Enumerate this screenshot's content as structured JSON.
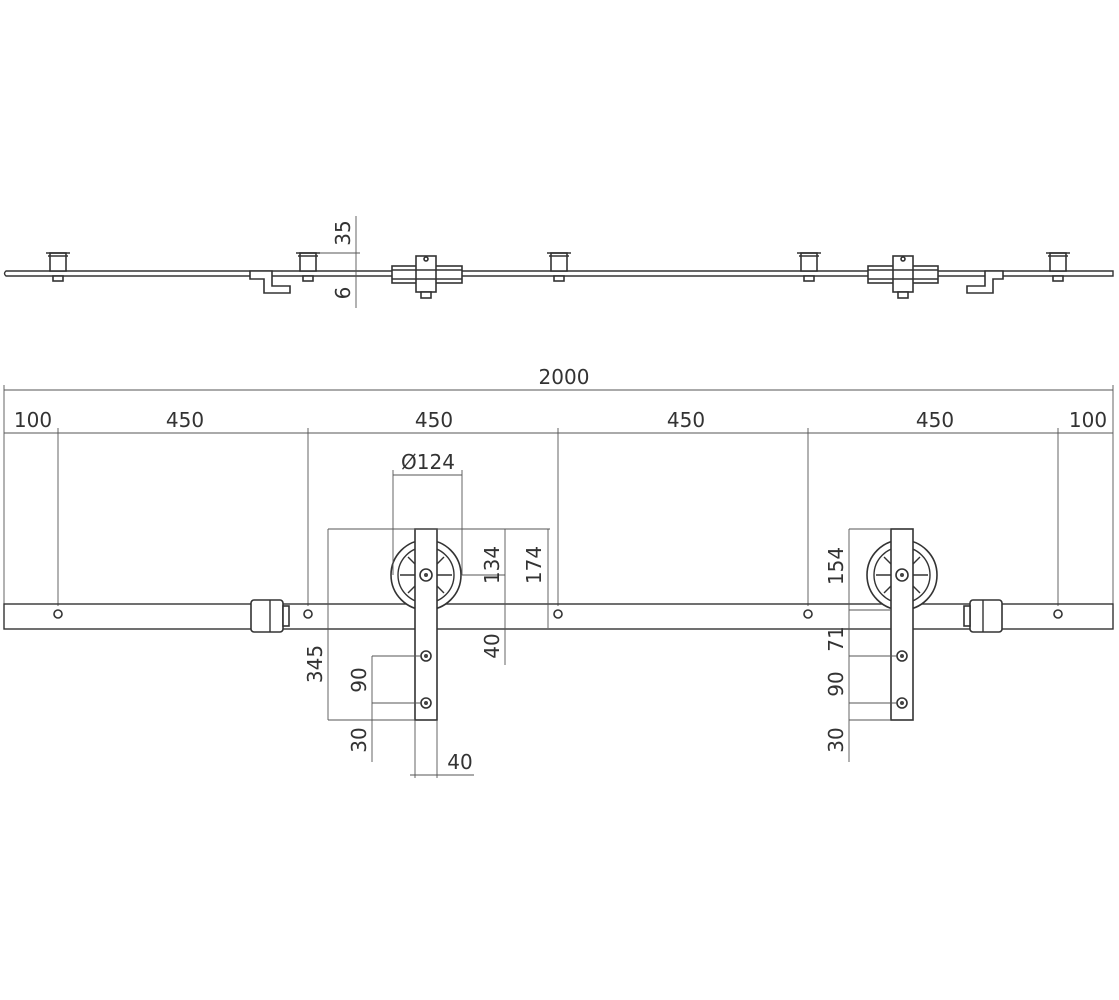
{
  "top_view": {
    "dim_height_above": "35",
    "dim_height_below": "6"
  },
  "front_view": {
    "overall_length": "2000",
    "spacings": [
      "100",
      "450",
      "450",
      "450",
      "450",
      "100"
    ],
    "wheel_diameter": "Ø124",
    "left_hanger": {
      "dim_134": "134",
      "dim_174": "174",
      "dim_40": "40",
      "dim_345": "345",
      "dim_90": "90",
      "dim_30": "30",
      "dim_strap_width": "40"
    },
    "right_hanger": {
      "dim_154": "154",
      "dim_71": "71",
      "dim_90": "90",
      "dim_30": "30"
    }
  }
}
